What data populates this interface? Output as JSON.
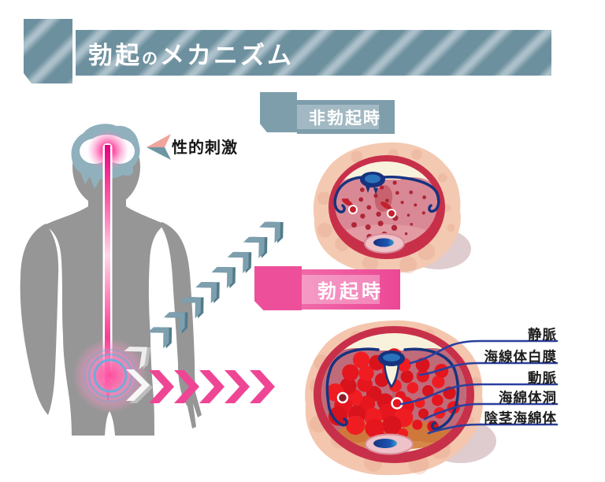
{
  "title": {
    "full": "勃起のメカニズム",
    "parts": [
      "勃起",
      "の",
      "メカニズム"
    ]
  },
  "stimulus": {
    "label": "性的刺激"
  },
  "states": {
    "flaccid": {
      "label": "非勃起時"
    },
    "erect": {
      "label": "勃起時"
    }
  },
  "anatomy_labels": {
    "vein": "静脈",
    "tunica_albuginea": "海線体白膜",
    "artery": "動脈",
    "cavernous_sinus": "海綿体洞",
    "corpus_cavernosum": "陰茎海綿体"
  },
  "icons": {
    "stimulus-arrowhead-icon": "left-pointing two-tone arrowhead",
    "signal-chevron-steel-icons": "staircase of steel-blue chevrons pointing up-right",
    "signal-chevron-pink-icons": "row of pink chevrons pointing right",
    "signal-chevron-white-icons": "white/gray chevrons at pelvis"
  },
  "colors": {
    "banner_steel_dark": "#6d909f",
    "banner_steel_light": "#abc0ca",
    "badge_steel": "#7e9eac",
    "accent_pink": "#ee4f9b",
    "body_gray": "#969696",
    "brain_teal": "#8fb0bc",
    "signal_magenta": "#e6007e",
    "leader_navy": "#2a3f9e",
    "skin": "#f4c9b2",
    "ring_red": "#c8304a",
    "ring_cream": "#f8f2dc",
    "tissue_rose_flaccid": "#d98995",
    "tissue_rose_erect": "#c06b7a",
    "sinusoid_red": "#e5161e",
    "glow_blue": "#5fb0dc"
  }
}
